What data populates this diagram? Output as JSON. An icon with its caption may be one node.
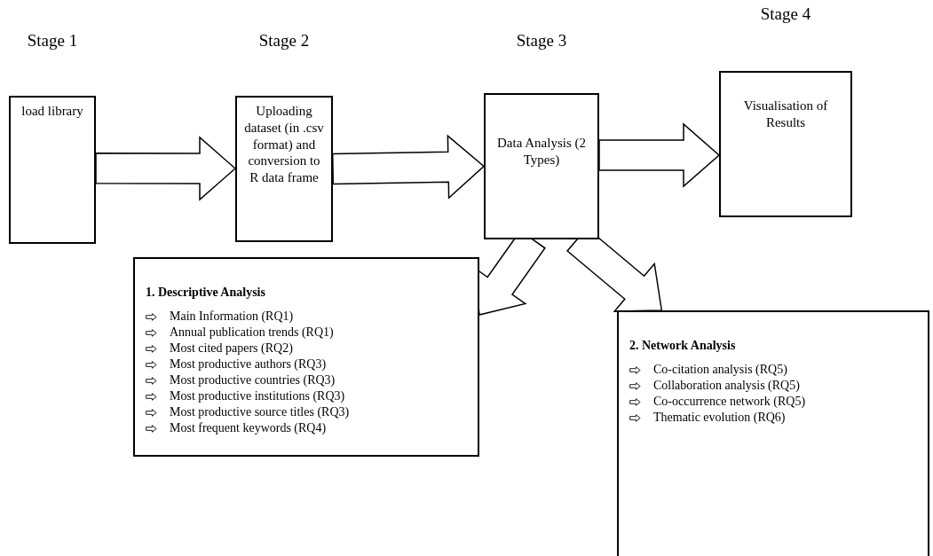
{
  "diagram": {
    "nodes": [
      {
        "text": [
          "Stage 1",
          "load library"
        ]
      },
      {
        "text": [
          "Stage 2",
          "Uploading dataset (in .csv format) and conversion to R data frame"
        ]
      },
      {
        "text": [
          "Stage 3",
          "Data Analysis (2 Types)"
        ]
      },
      {
        "text": [
          "Stage 4",
          "Visualisation of Results"
        ]
      },
      {
        "text": [
          "1. Descriptive Analysis",
          "Main Information (RQ1)",
          "Annual publication trends (RQ1)",
          "Most cited papers (RQ2)",
          "Most productive authors (RQ3)",
          "Most productive countries (RQ3)",
          "Most productive institutions (RQ3)",
          "Most productive source titles (RQ3)",
          "Most frequent keywords (RQ4)"
        ]
      },
      {
        "text": [
          "2. Network Analysis",
          "Co-citation analysis (RQ5)",
          "Collaboration analysis (RQ5)",
          "Co-occurrence network (RQ5)",
          "Thematic evolution (RQ6)"
        ]
      }
    ],
    "edges": [
      {
        "from": 0,
        "to": 1,
        "arrow": "to"
      },
      {
        "from": 1,
        "to": 2,
        "arrow": "to"
      },
      {
        "from": 2,
        "to": 3,
        "arrow": "to"
      },
      {
        "from": 2,
        "to": 4,
        "arrow": "to"
      },
      {
        "from": 2,
        "to": 5,
        "arrow": "to"
      }
    ]
  }
}
